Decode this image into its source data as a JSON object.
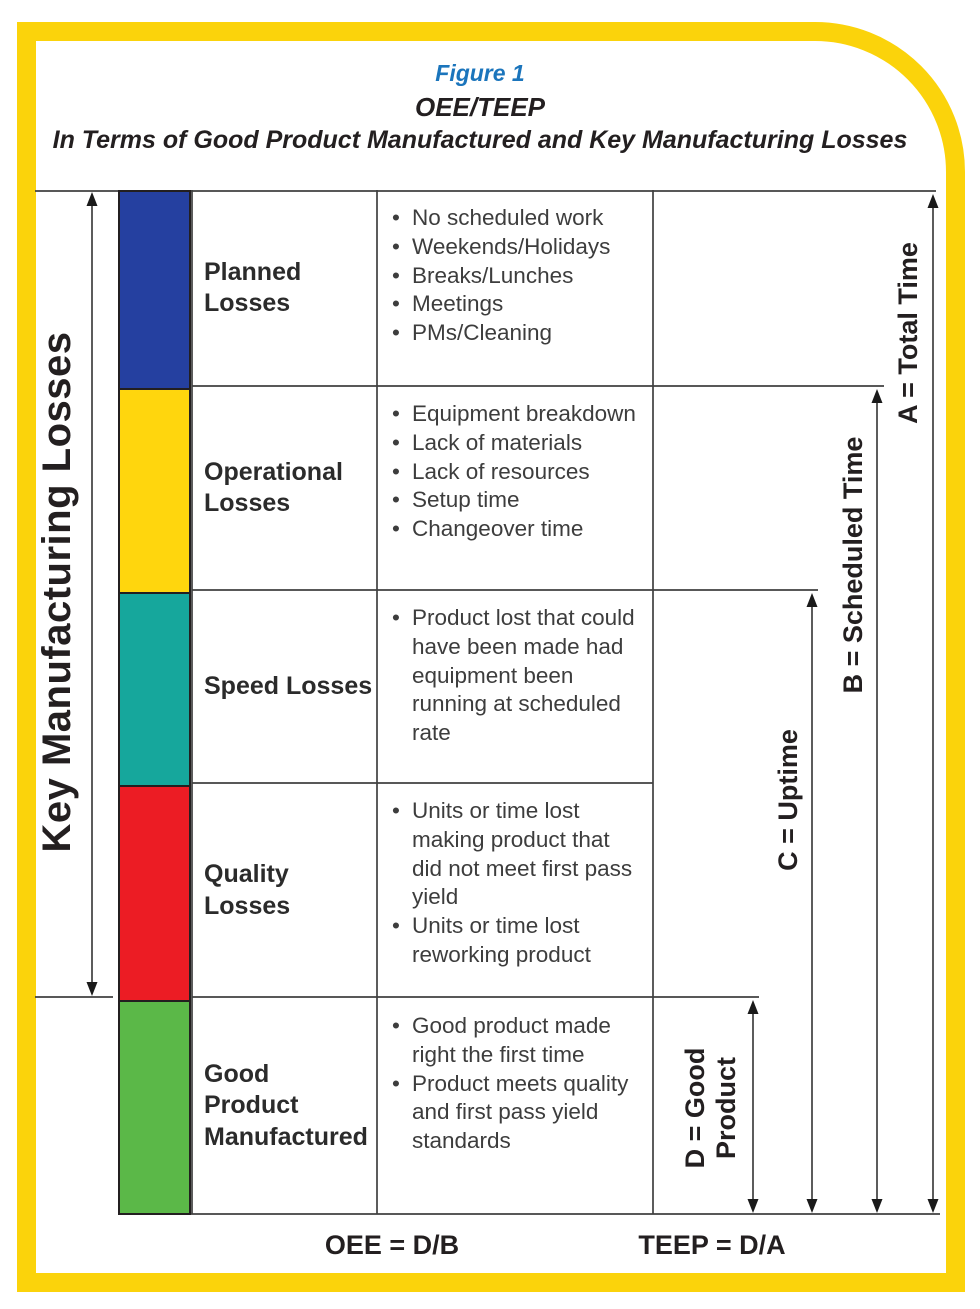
{
  "title": {
    "figure_label": "Figure 1",
    "main": "OEE/TEEP",
    "subtitle": "In Terms of Good Product Manufactured and Key Manufacturing Losses"
  },
  "left_axis": {
    "label": "Key Manufacturing Losses"
  },
  "rows": [
    {
      "label": "Planned Losses",
      "color": "#2540A0",
      "color_name": "dark-blue",
      "bullets": [
        "No scheduled work",
        "Weekends/Holidays",
        "Breaks/Lunches",
        "Meetings",
        "PMs/Cleaning"
      ]
    },
    {
      "label": "Operational Losses",
      "color": "#FFD60D",
      "color_name": "yellow",
      "bullets": [
        "Equipment breakdown",
        "Lack of materials",
        "Lack of resources",
        "Setup time",
        "Changeover time"
      ]
    },
    {
      "label": "Speed Losses",
      "color": "#16A79C",
      "color_name": "teal",
      "bullets": [
        "Product lost that could have been made had equipment been running at scheduled rate"
      ]
    },
    {
      "label": "Quality Losses",
      "color": "#EC1C24",
      "color_name": "red",
      "bullets": [
        "Units or time lost making product that did not meet first pass yield",
        "Units or time lost reworking product"
      ]
    },
    {
      "label": "Good Product Manufactured",
      "color": "#5BB848",
      "color_name": "green",
      "bullets": [
        "Good product made right the first time",
        "Product meets quality and first pass yield standards"
      ]
    }
  ],
  "time_spans": [
    {
      "id": "A",
      "label": "A = Total Time"
    },
    {
      "id": "B",
      "label": "B = Scheduled Time"
    },
    {
      "id": "C",
      "label": "C = Uptime"
    },
    {
      "id": "D",
      "label_line1": "D = Good",
      "label_line2": "Product"
    }
  ],
  "formulas": {
    "oee": "OEE = D/B",
    "teep": "TEEP = D/A"
  },
  "colors": {
    "frame_yellow": "#FBD30B",
    "figure_label_blue": "#1B75BC",
    "line_gray": "#404040",
    "text_black": "#231f20"
  }
}
